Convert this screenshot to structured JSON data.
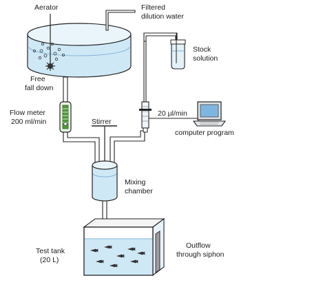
{
  "labels": {
    "aerator": "Aerator",
    "filtered_line1": "Filtered",
    "filtered_line2": "dilution water",
    "stock_line1": "Stock",
    "stock_line2": "solution",
    "free_line1": "Free",
    "free_line2": "fall down",
    "flowmeter_line1": "Flow meter",
    "flowmeter_line2": "200 ml/min",
    "rate": "20 µl/min",
    "computer": "computer program",
    "stirrer": "Stirrer",
    "mixing_line1": "Mixing",
    "mixing_line2": "chamber",
    "testtank_line1": "Test tank",
    "testtank_line2": "(20 L)",
    "outflow_line1": "Outflow",
    "outflow_line2": "through siphon"
  },
  "colors": {
    "water": "#cfe8f6",
    "water_dark": "#9fcbe6",
    "outline": "#222222",
    "pipe_fill": "#ffffff",
    "flowmeter_green": "#4f9a3c",
    "screen": "#7fb6e0",
    "fish": "#333333"
  }
}
